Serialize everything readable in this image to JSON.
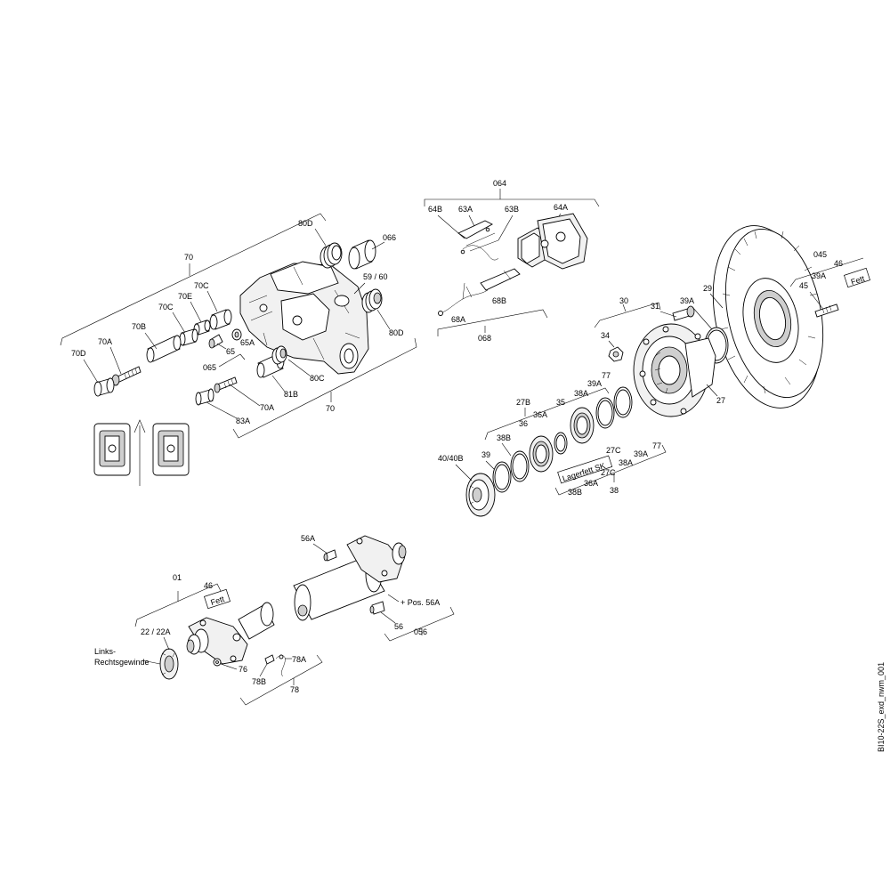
{
  "labels": {
    "p064": "064",
    "p64B": "64B",
    "p63A": "63A",
    "p63B": "63B",
    "p64A": "64A",
    "p68A": "68A",
    "p68B": "68B",
    "p068": "068",
    "p70top": "70",
    "p80D": "80D",
    "p066": "066",
    "p59_60": "59 /  60",
    "p80D_b": "80D",
    "p70C_a": "70C",
    "p70E": "70E",
    "p70C_b": "70C",
    "p70B": "70B",
    "p70A": "70A",
    "p70D": "70D",
    "p65A": "65A",
    "p65": "65",
    "p065": "065",
    "p80C": "80C",
    "p81B": "81B",
    "p70A_b": "70A",
    "p83A": "83A",
    "p70bottom": "70",
    "p045": "045",
    "p46": "46",
    "p39A_r": "39A",
    "p45": "45",
    "pFett_r": "Fett",
    "p29": "29",
    "p30": "30",
    "p31": "31",
    "p39A_hub": "39A",
    "p34": "34",
    "p27": "27",
    "p77_a": "77",
    "p39A_a": "39A",
    "p38A": "38A",
    "p35": "35",
    "p36A": "36A",
    "p36": "36",
    "p27B": "27B",
    "p38B": "38B",
    "p39": "39",
    "p40_40B": "40/40B",
    "pLagerfett": "Lagerfett SK",
    "p27C": "27C",
    "p39A_b": "39A",
    "p77_b": "77",
    "p27C_b": "27C",
    "p38A_b": "38A",
    "p36A_b": "36A",
    "p38B_b": "38B",
    "p38": "38",
    "p56A": "56A",
    "pPos56A": "+ Pos. 56A",
    "p56": "56",
    "p056": "056",
    "p01": "01",
    "p46_l": "46",
    "pFett_l": "Fett",
    "p22_22A": "22 / 22A",
    "pLinks": "Links-",
    "pRechts": "Rechtsgewinde",
    "p76": "76",
    "p78A": "78A",
    "p78B": "78B",
    "p78": "78"
  },
  "drawing_id": "BI10-22S_exd_nwm_001"
}
